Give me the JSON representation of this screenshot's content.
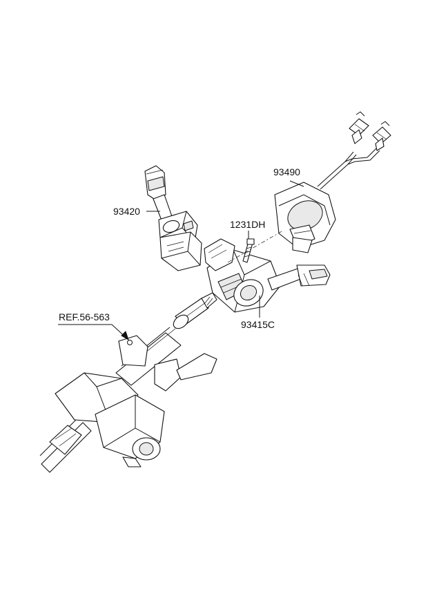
{
  "labels": {
    "part_93490": "93490",
    "part_93420": "93420",
    "part_1231DH": "1231DH",
    "part_93415C": "93415C",
    "ref": "REF.56-563"
  },
  "colors": {
    "line": "#111111",
    "background": "#ffffff",
    "shade": "#e9e9e9"
  }
}
